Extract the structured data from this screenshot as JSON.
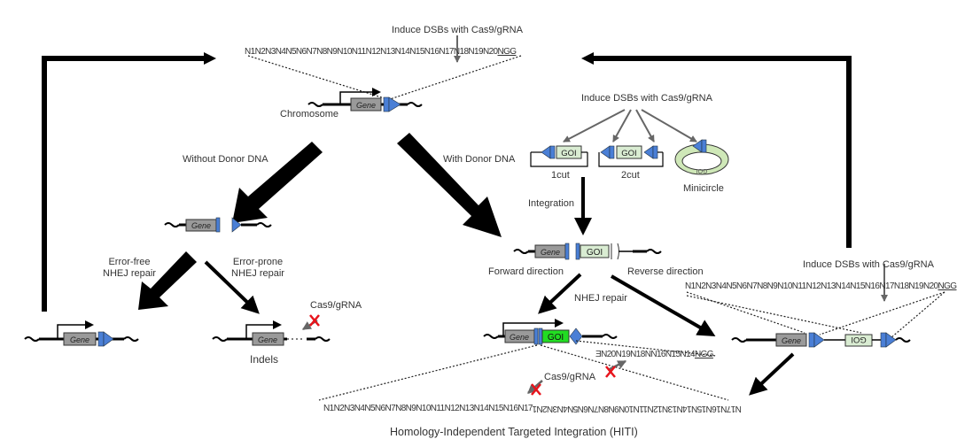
{
  "colors": {
    "arrow": "#000000",
    "gene_box": "#9a9a9a",
    "gene_outline": "#333333",
    "cut_site": "#4a7fd6",
    "goi_light": "#d9ecd2",
    "goi_bright": "#22dd22",
    "minicircle": "#cfe8b8",
    "blocked_x": "#e8131b",
    "gray_arrow": "#666666"
  },
  "top": {
    "induce_label": "Induce DSBs with Cas9/gRNA",
    "sequence": "N1N2N3N4N5N6N7N8N9N10N11N12N13N14N15N16N17N18N19N20",
    "pam": "NGG",
    "chromosome_label": "Chromosome",
    "gene_label": "Gene"
  },
  "left_branch": {
    "without_donor_label": "Without Donor DNA",
    "gene_label": "Gene",
    "error_free_label": "Error-free\nNHEJ repair",
    "error_prone_label": "Error-prone\nNHEJ repair",
    "cas9_label": "Cas9/gRNA",
    "indels_label": "Indels"
  },
  "right_branch": {
    "with_donor_label": "With Donor DNA",
    "induce_label": "Induce DSBs with Cas9/gRNA",
    "donors": [
      {
        "name": "1cut",
        "goi": "GOI"
      },
      {
        "name": "2cut",
        "goi": "GOI"
      },
      {
        "name": "Minicircle",
        "goi": "GOI"
      }
    ],
    "integration_label": "Integration",
    "forward_label": "Forward direction",
    "reverse_label": "Reverse direction",
    "nhej_label": "NHEJ repair",
    "gene_label": "Gene",
    "goi_label": "GOI",
    "cas9_label": "Cas9/gRNA",
    "reverse_seq_fragment": "ƎN20N19N18NN16N15N14",
    "reverse_seq_pam": "NGG"
  },
  "reverse_panel": {
    "induce_label": "Induce DSBs with Cas9/gRNA",
    "sequence": "N1N2N3N4N5N6N7N8N9N10N11N12N13N14N15N16N17N18N19N20",
    "pam": "NGG",
    "gene_label": "Gene",
    "goi_label": "GOI"
  },
  "bottom": {
    "hiti_sequence_forward": "N1N2N3N4N5N6N7N8N9N10N11N12N13N14N15N16N17",
    "hiti_sequence_reversed": "N17N16N15N14N13N12N11N10N9N8N7N6N5N4N3N2N1",
    "title": "Homology-Independent Targeted Integration (HITI)"
  }
}
